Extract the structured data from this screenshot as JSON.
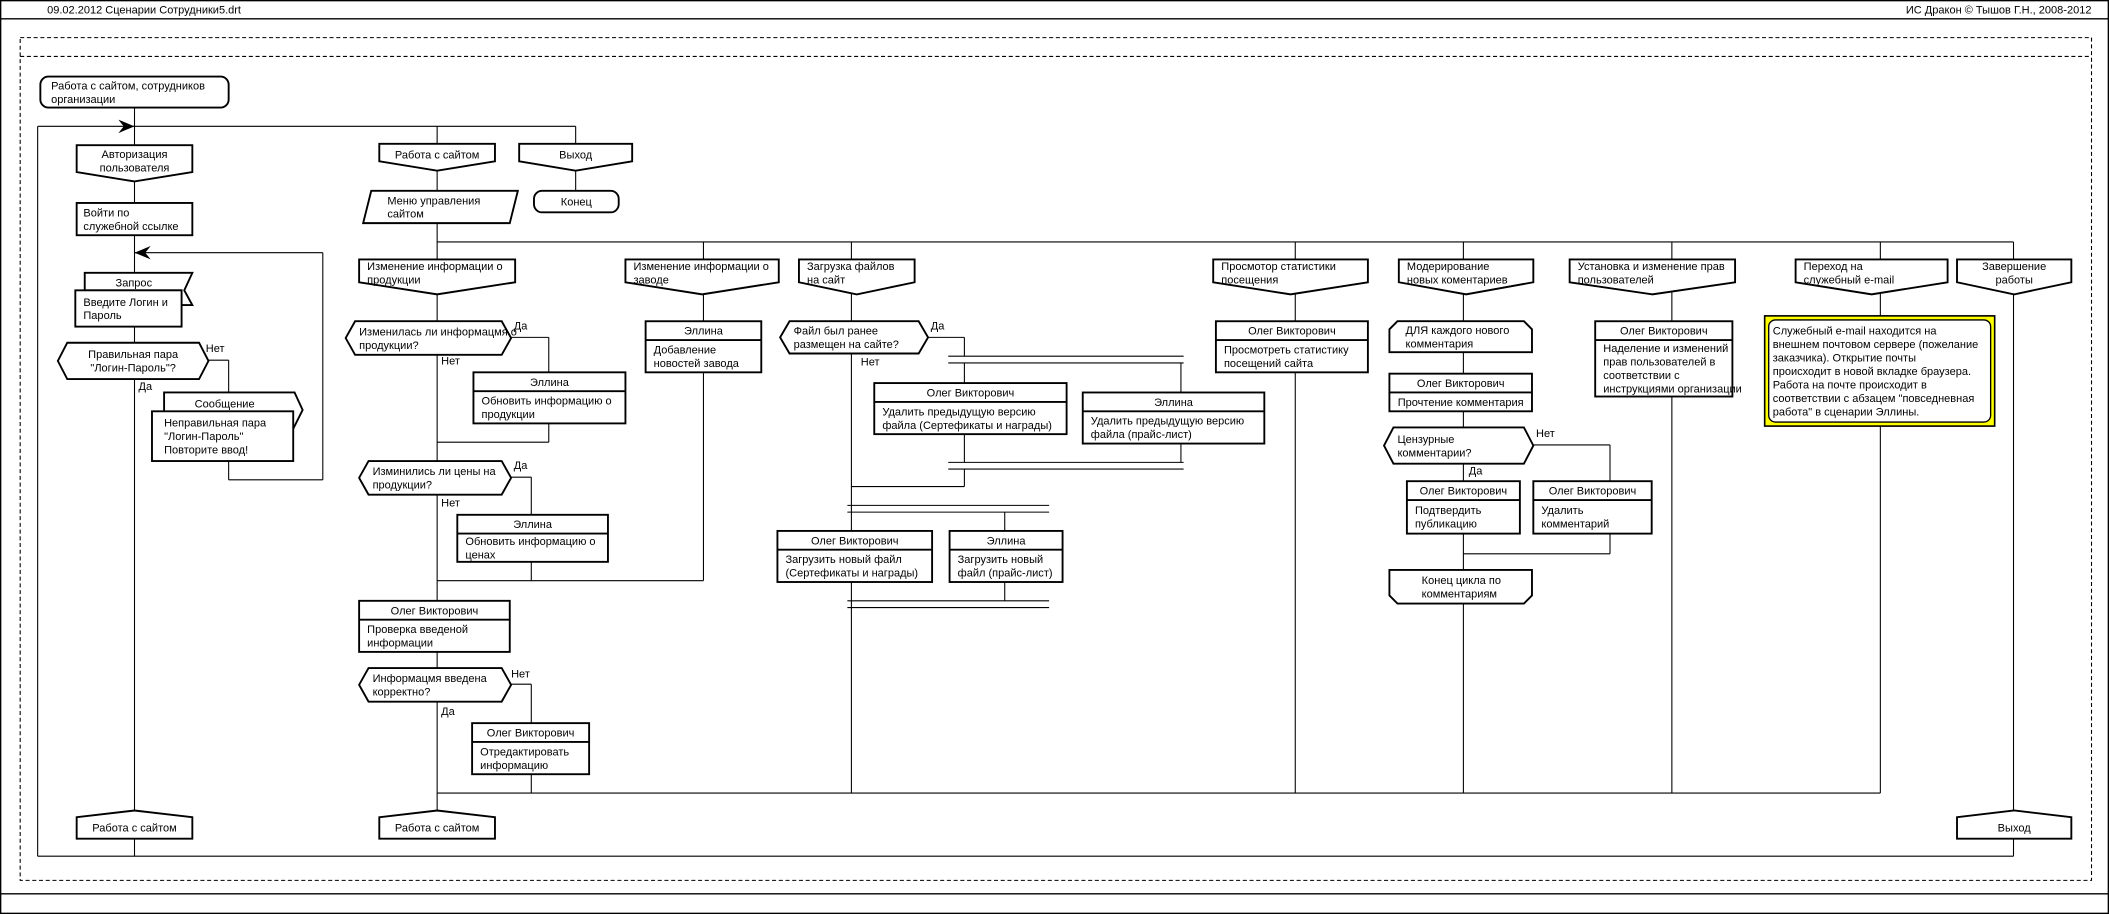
{
  "header": {
    "file_title": "09.02.2012  Сценарии Сотрудники5.drt",
    "copyright": "ИС Дракон © Тышов Г.Н., 2008-2012"
  },
  "colors": {
    "note_fill": "#ffff00",
    "line": "#000000"
  },
  "diagram": {
    "nodes": {
      "start": {
        "text": [
          "Работа с сайтом, сотрудников",
          "организации"
        ]
      },
      "auth": {
        "text": [
          "Авторизация",
          "пользователя"
        ]
      },
      "login": {
        "text": [
          "Войти по",
          "служебной ссылке"
        ]
      },
      "query": {
        "label": "Запрос",
        "text": [
          "Введите Логин и",
          "Пароль"
        ]
      },
      "check_pair": {
        "text": [
          "Правильная пара",
          "\"Логин-Пароль\"?"
        ]
      },
      "message": {
        "label": "Сообщение",
        "text": [
          "Неправильная пара",
          "\"Логин-Пароль\"",
          "Повторите ввод!"
        ]
      },
      "addr1": {
        "text": [
          "Работа с сайтом"
        ]
      },
      "site": {
        "text": [
          "Работа с сайтом"
        ]
      },
      "exit": {
        "text": [
          "Выход"
        ]
      },
      "end": {
        "text": [
          "Конец"
        ]
      },
      "menu": {
        "text": [
          "Меню управления",
          "сайтом"
        ]
      },
      "h_prod": {
        "text": [
          "Изменение информации о",
          "продукции"
        ]
      },
      "h_plant": {
        "text": [
          "Изменение информации о",
          "заводе"
        ]
      },
      "h_upload": {
        "text": [
          "Загрузка файлов",
          "на сайт"
        ]
      },
      "h_stats": {
        "text": [
          "Просмотор статистики",
          "посещения"
        ]
      },
      "h_moder": {
        "text": [
          "Модерирование",
          "новых коментариев"
        ]
      },
      "h_rights": {
        "text": [
          "Установка и изменение прав",
          "пользователей"
        ]
      },
      "h_email": {
        "text": [
          "Переход на",
          "служебный e-mail"
        ]
      },
      "h_finish": {
        "text": [
          "Завершение",
          "работы"
        ]
      },
      "q_prod": {
        "text": [
          "Изменилась ли информацмя о",
          "продукции?"
        ]
      },
      "a_prod": {
        "actor": "Эллина",
        "text": [
          "Обновить информацию о",
          "продукции"
        ]
      },
      "q_price": {
        "text": [
          "Изминились ли цены на",
          "продукции?"
        ]
      },
      "a_price": {
        "actor": "Эллина",
        "text": [
          "Обновить информацию о",
          "ценах"
        ]
      },
      "a_check": {
        "actor": "Олег Викторович",
        "text": [
          "Проверка введеной",
          "информации"
        ]
      },
      "q_correct": {
        "text": [
          "Информацмя введена",
          "корректно?"
        ]
      },
      "a_edit": {
        "actor": "Олег Викторович",
        "text": [
          "Отредактировать",
          "информацию"
        ]
      },
      "a_news": {
        "actor": "Эллина",
        "text": [
          "Добавление",
          "новостей завода"
        ]
      },
      "q_file": {
        "text": [
          "Файл был ранее",
          "размещен на сайте?"
        ]
      },
      "a_del1": {
        "actor": "Олег Викторович",
        "text": [
          "Удалить предыдущую версию",
          "файла (Сертефикаты и награды)"
        ]
      },
      "a_del2": {
        "actor": "Эллина",
        "text": [
          "Удалить предыдущую версию",
          "файла  (прайс-лист)"
        ]
      },
      "a_up1": {
        "actor": "Олег Викторович",
        "text": [
          "Загрузить новый файл",
          "(Сертефикаты и награды)"
        ]
      },
      "a_up2": {
        "actor": "Эллина",
        "text": [
          "Загрузить новый",
          "файл  (прайс-лист)"
        ]
      },
      "a_stats": {
        "actor": "Олег Викторович",
        "text": [
          "Просмотреть статистику",
          "посещений сайта"
        ]
      },
      "loop_start": {
        "text": [
          "ДЛЯ каждого нового",
          "комментария"
        ]
      },
      "a_read": {
        "actor": "Олег Викторович",
        "text": [
          "Прочтение комментария"
        ]
      },
      "q_cens": {
        "text": [
          "Цензурные",
          "комментарии?"
        ]
      },
      "a_pub": {
        "actor": "Олег Викторович",
        "text": [
          "Подтвердить",
          "публикацию"
        ]
      },
      "a_delc": {
        "actor": "Олег Викторович",
        "text": [
          "Удалить",
          "комментарий"
        ]
      },
      "loop_end": {
        "text": [
          "Конец цикла по",
          "комментариям"
        ]
      },
      "a_rights": {
        "actor": "Олег Викторович",
        "text": [
          "Наделение и изменений",
          "прав пользователей в",
          "соответствии с",
          "инструкциями организации"
        ]
      },
      "note": {
        "text": [
          "Служебный e-mail находится на",
          "внешнем почтовом сервере (пожелание",
          "заказчика). Открытие почты",
          "происходит в новой вкладке браузера.",
          "Работа на почте происходит в",
          "соответствии с абзацем \"повседневная",
          "работа\" в сценарии Эллины."
        ]
      },
      "addr2": {
        "text": [
          "Работа с сайтом"
        ]
      },
      "addr3": {
        "text": [
          "Выход"
        ]
      }
    },
    "labels": {
      "pair_no": "Нет",
      "pair_yes": "Да",
      "prod_yes": "Да",
      "prod_no": "Нет",
      "price_yes": "Да",
      "price_no": "Нет",
      "correct_no": "Нет",
      "correct_yes": "Да",
      "file_yes": "Да",
      "file_no": "Нет",
      "cens_no": "Нет",
      "cens_yes": "Да"
    }
  }
}
